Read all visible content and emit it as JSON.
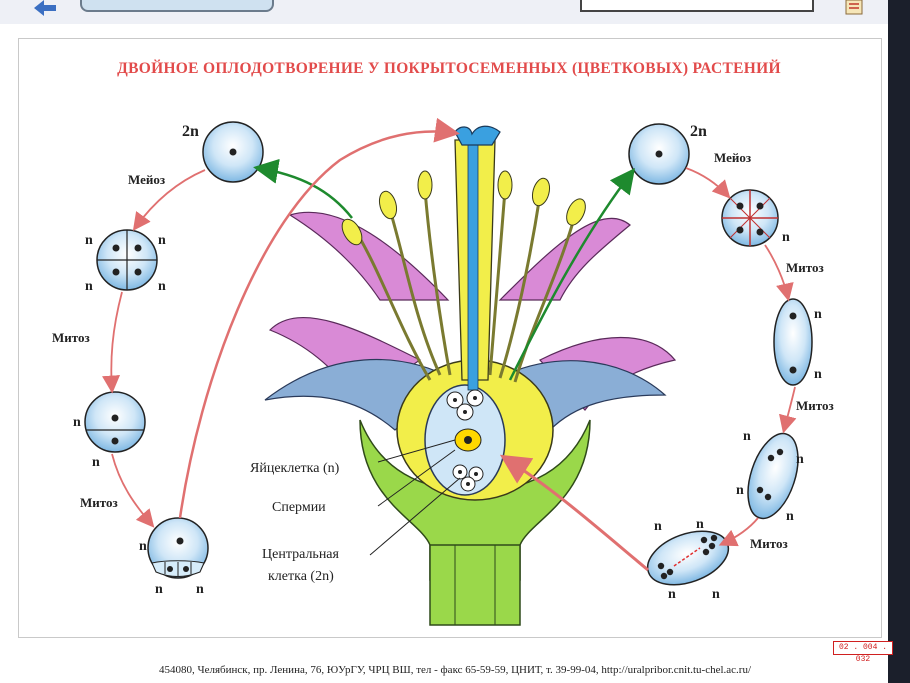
{
  "title": "ДВОЙНОЕ ОПЛОДОТВОРЕНИЕ У ПОКРЫТОСЕМЕННЫХ (ЦВЕТКОВЫХ) РАСТЕНИЙ",
  "labels": {
    "n": "n",
    "two_n": "2n",
    "meiosis": "Мейоз",
    "mitosis": "Митоз",
    "egg_cell": "Яйцеклетка (n)",
    "sperm": "Спермии",
    "central_cell_line1": "Центральная",
    "central_cell_line2": "клетка (2n)"
  },
  "code_badge": "02 . 004 . 032",
  "footer": "454080, Челябинск, пр. Ленина, 76, ЮУрГУ, ЧРЦ ВШ, тел - факс 65-59-59, ЦНИТ, т. 39-99-04, http://uralpribor.cnit.tu-chel.ac.ru/",
  "colors": {
    "title": "#e24b4b",
    "cell_fill": "#9ccbea",
    "cell_stroke": "#222222",
    "red_arrow": "#e07070",
    "green_arrow": "#1e8a2e",
    "petal_pink": "#d98ad6",
    "sepal_blue": "#8aaed6",
    "receptacle_green": "#9ad84a",
    "stamen_yellow": "#f2ee4a",
    "style_blue": "#3aa0e0"
  }
}
